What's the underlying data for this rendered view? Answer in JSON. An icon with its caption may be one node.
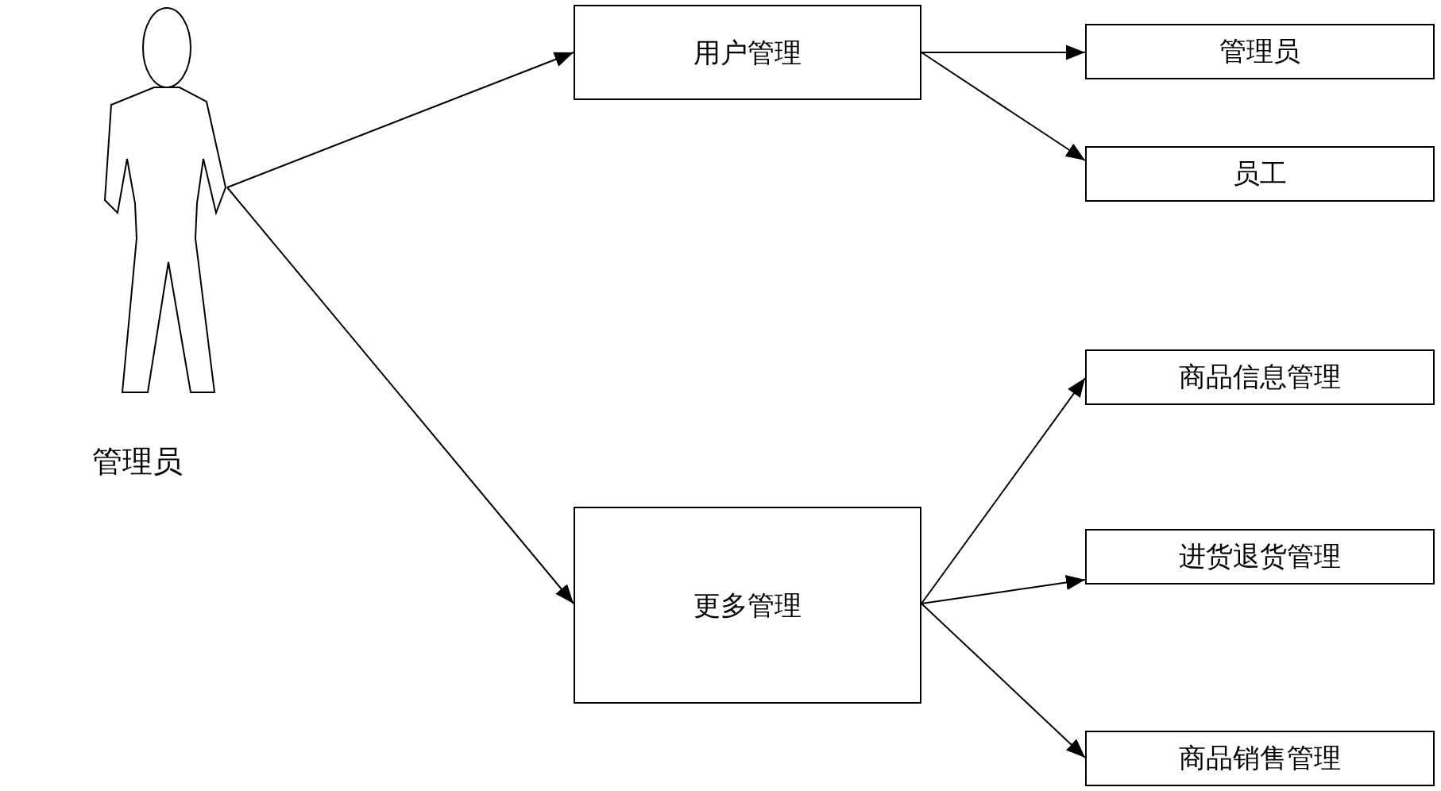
{
  "diagram": {
    "nodes": [
      {
        "text": [],
        "shape": "person",
        "beside": [
          "管理员"
        ]
      },
      {
        "text": [
          "用户管理"
        ]
      },
      {
        "text": [
          "管理员"
        ]
      },
      {
        "text": [
          "员工"
        ]
      },
      {
        "text": [
          "更多管理"
        ]
      },
      {
        "text": [
          "商品信息管理"
        ]
      },
      {
        "text": [
          "进货退货管理"
        ]
      },
      {
        "text": [
          "商品销售管理"
        ]
      }
    ],
    "edges": [
      {
        "from": 0,
        "to": 1,
        "arrow": "to"
      },
      {
        "from": 0,
        "to": 4,
        "arrow": "to"
      },
      {
        "from": 1,
        "to": 2,
        "arrow": "to"
      },
      {
        "from": 1,
        "to": 3,
        "arrow": "to"
      },
      {
        "from": 4,
        "to": 5,
        "arrow": "to"
      },
      {
        "from": 4,
        "to": 6,
        "arrow": "to"
      },
      {
        "from": 4,
        "to": 7,
        "arrow": "to"
      }
    ]
  }
}
